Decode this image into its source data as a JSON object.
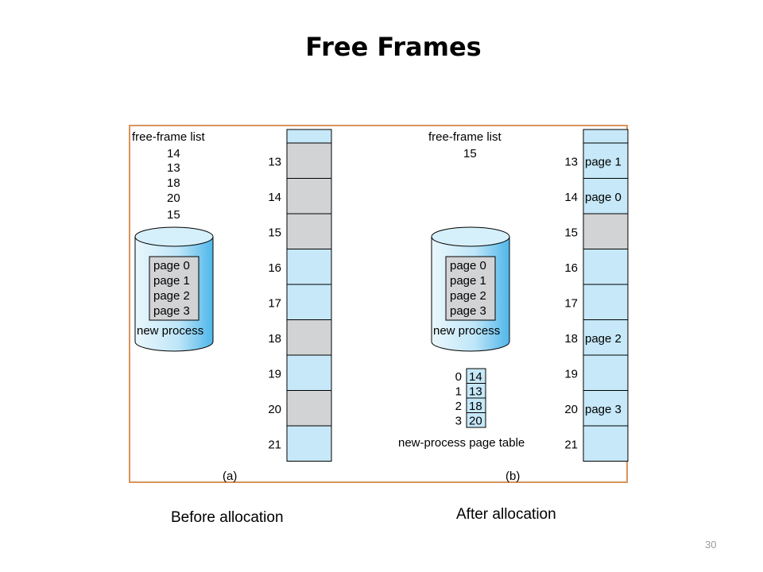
{
  "title": "Free Frames",
  "panel_a": {
    "list_header": "free-frame list",
    "list_items": [
      "14",
      "13",
      "18",
      "20",
      "15"
    ],
    "disk_pages": [
      "page 0",
      "page 1",
      "page 2",
      "page 3"
    ],
    "disk_label": "new process",
    "frame_numbers": [
      "13",
      "14",
      "15",
      "16",
      "17",
      "18",
      "19",
      "20",
      "21"
    ],
    "frame_free": [
      true,
      true,
      true,
      false,
      false,
      true,
      false,
      true,
      false
    ],
    "frame_contents": [
      "",
      "",
      "",
      "",
      "",
      "",
      "",
      "",
      ""
    ],
    "sublabel": "(a)"
  },
  "panel_b": {
    "list_header": "free-frame list",
    "list_items": [
      "15"
    ],
    "disk_pages": [
      "page 0",
      "page 1",
      "page 2",
      "page 3"
    ],
    "disk_label": "new process",
    "page_table_indices": [
      "0",
      "1",
      "2",
      "3"
    ],
    "page_table_frames": [
      "14",
      "13",
      "18",
      "20"
    ],
    "page_table_label": "new-process page table",
    "frame_numbers": [
      "13",
      "14",
      "15",
      "16",
      "17",
      "18",
      "19",
      "20",
      "21"
    ],
    "frame_free": [
      false,
      false,
      true,
      false,
      false,
      false,
      false,
      false,
      false
    ],
    "frame_contents": [
      "page 1",
      "page 0",
      "",
      "",
      "",
      "page 2",
      "",
      "page 3",
      ""
    ],
    "sublabel": "(b)"
  },
  "captions": {
    "before": "Before allocation",
    "after": "After allocation"
  },
  "slide_number": "30",
  "colors": {
    "frame_border": "#d8935a",
    "memory_blue": "#c6e8f8",
    "free_gray": "#d2d3d5",
    "disk_blue": "#86d0f0"
  }
}
